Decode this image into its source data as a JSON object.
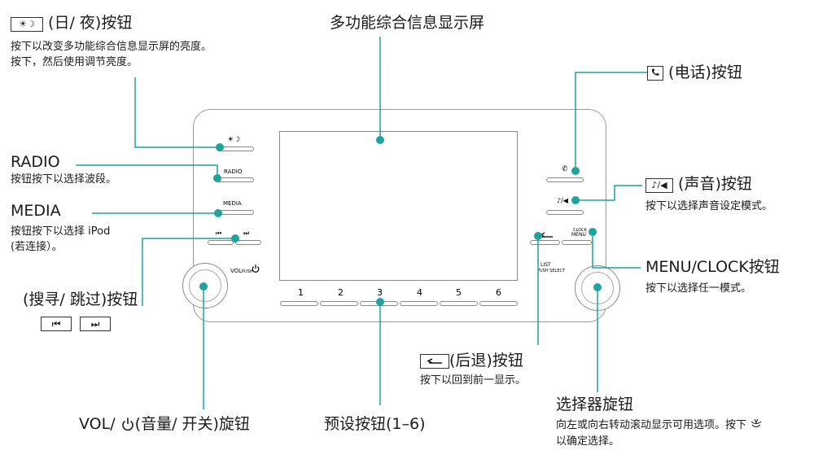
{
  "diagram": {
    "accent_color": "#1fa39c",
    "screen_title": "多功能综合信息显示屏",
    "day_night": {
      "icon_symbols": "☀☽",
      "title": "(日/ 夜)按钮",
      "desc_line1": "按下以改变多功能综合信息显示屏的亮度。",
      "desc_line2": "按下，然后使用调节亮度。"
    },
    "radio": {
      "title": "RADIO",
      "desc": "按钮按下以选择波段。"
    },
    "media": {
      "title": "MEDIA",
      "desc_line1": "按钮按下以选择 iPod",
      "desc_line2": "(若连接）。"
    },
    "seek": {
      "title": "(搜寻/ 跳过)按钮",
      "prev_icon": "⏮",
      "next_icon": "⏭"
    },
    "volume": {
      "title_prefix": "VOL/",
      "title_suffix": "(音量/ 开关)旋钮"
    },
    "preset": {
      "title": "预设按钮(1–6)",
      "numbers": [
        "1",
        "2",
        "3",
        "4",
        "5",
        "6"
      ]
    },
    "phone": {
      "title": "(电话)按钮"
    },
    "sound": {
      "icon_text": "♪/◀",
      "title": "(声音)按钮",
      "desc": "按下以选择声音设定模式。"
    },
    "menu_clock": {
      "title": "MENU/CLOCK按钮",
      "desc": "按下以选择任一模式。"
    },
    "back": {
      "title": "(后退)按钮",
      "desc": "按下以回到前一显示。"
    },
    "selector": {
      "title": "选择器旋钮",
      "desc_line1": "向左或向右转动滚动显示可用选项。按下",
      "desc_line2": "以确定选择。"
    },
    "unit_labels": {
      "day_night": "☀☽",
      "radio": "RADIO",
      "media": "MEDIA",
      "seek_prev": "⏮",
      "seek_next": "⏭",
      "vol": "VOL",
      "push": "PUSH",
      "phone": "✆",
      "sound": "♪/◀",
      "clock": "CLOCK",
      "menu": "MENU",
      "list": "LIST",
      "push_select": "PUSH SELECT"
    }
  }
}
